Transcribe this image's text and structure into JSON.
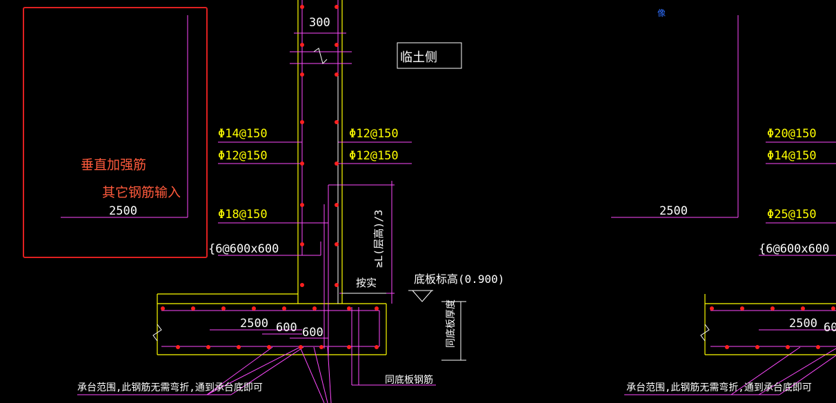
{
  "overlay": {
    "vertical_rebar_label": "垂直加强筋",
    "other_rebar_label": "其它钢筋输入"
  },
  "corner_mark": "像",
  "colors": {
    "background": "#000000",
    "wall_line": "#ffff00",
    "rebar_line": "#ff00ff",
    "rebar_dot": "#ff2020",
    "text": "#ffffff",
    "dim_text": "#ffffff",
    "highlight": "#e02020"
  },
  "drawing_left": {
    "wall_width": "300",
    "earth_side": "临土侧",
    "rebar_outer_1": "Φ14@150",
    "rebar_outer_2": "Φ12@150",
    "rebar_outer_3": "Φ18@150",
    "rebar_inner_1": "Φ12@150",
    "rebar_inner_2": "Φ12@150",
    "tie_bar": "{6@600x600",
    "length_top": "2500",
    "length_bottom": "2500",
    "anchor_1": "600",
    "anchor_2": "600",
    "min_length": "≥L(层高)/3",
    "compact": "按实",
    "slab_elevation": "底板标高(0.900)",
    "slab_thickness": "同底板厚度",
    "same_as_slab": "同底板钢筋",
    "note": "承台范围,此钢筋无需弯折,通到承台底即可"
  },
  "drawing_right": {
    "rebar_1": "Φ20@150",
    "rebar_2": "Φ14@150",
    "rebar_3": "Φ25@150",
    "tie_bar": "{6@600x600",
    "length_top": "2500",
    "length_bottom": "2500",
    "anchor": "60",
    "note": "承台范围,此钢筋无需弯折,通到承台底即可"
  }
}
